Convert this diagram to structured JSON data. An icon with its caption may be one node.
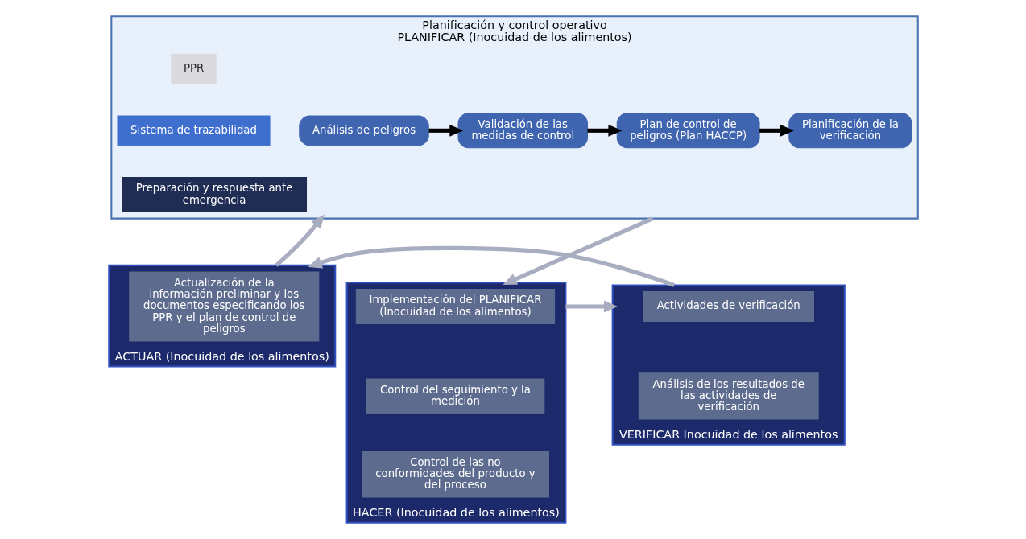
{
  "diagram": {
    "nodes": [
      {
        "text": [
          "Planificación y control operativo",
          "PLANIFICAR (Inocuidad de los alimentos)"
        ]
      },
      {
        "text": [
          "PPR"
        ],
        "in": 0
      },
      {
        "text": [
          "Sistema de trazabilidad"
        ],
        "in": 0
      },
      {
        "text": [
          "Preparación y respuesta ante emergencia"
        ],
        "in": 0
      },
      {
        "text": [
          "Análisis de peligros"
        ],
        "in": 0
      },
      {
        "text": [
          "Validación de las medidas de control"
        ],
        "in": 0
      },
      {
        "text": [
          "Plan de control de peligros (Plan HACCP)"
        ],
        "in": 0
      },
      {
        "text": [
          "Planificación de la verificación"
        ],
        "in": 0
      },
      {
        "text": [
          "ACTUAR (Inocuidad de los alimentos)"
        ]
      },
      {
        "text": [
          "Actualización de la información preliminar y los documentos especificando los PPR y el plan de control de peligros"
        ],
        "in": 8
      },
      {
        "text": [
          "VERIFICAR Inocuidad de los alimentos"
        ]
      },
      {
        "text": [
          "Actividades de verificación"
        ],
        "in": 10
      },
      {
        "text": [
          "Análisis de los resultados de las actividades de verificación"
        ],
        "in": 10
      },
      {
        "text": [
          "HACER (Inocuidad de los alimentos)"
        ]
      },
      {
        "text": [
          "Implementación del PLANIFICAR (Inocuidad de los alimentos)"
        ],
        "in": 13
      },
      {
        "text": [
          "Control del seguimiento y la medición"
        ],
        "in": 13
      },
      {
        "text": [
          "Control de las no conformidades del producto y del proceso"
        ],
        "in": 13
      }
    ],
    "edges": [
      {
        "from": 4,
        "to": 5,
        "arrow": "to",
        "color": "#000000"
      },
      {
        "from": 5,
        "to": 6,
        "arrow": "to",
        "color": "#000000"
      },
      {
        "from": 6,
        "to": 7,
        "arrow": "to",
        "color": "#000000"
      },
      {
        "from": 0,
        "to": 13,
        "arrow": "to"
      },
      {
        "from": 13,
        "to": 10,
        "arrow": "to"
      },
      {
        "from": 10,
        "to": 8,
        "arrow": "to"
      },
      {
        "from": 8,
        "to": 0,
        "arrow": "to"
      }
    ]
  }
}
